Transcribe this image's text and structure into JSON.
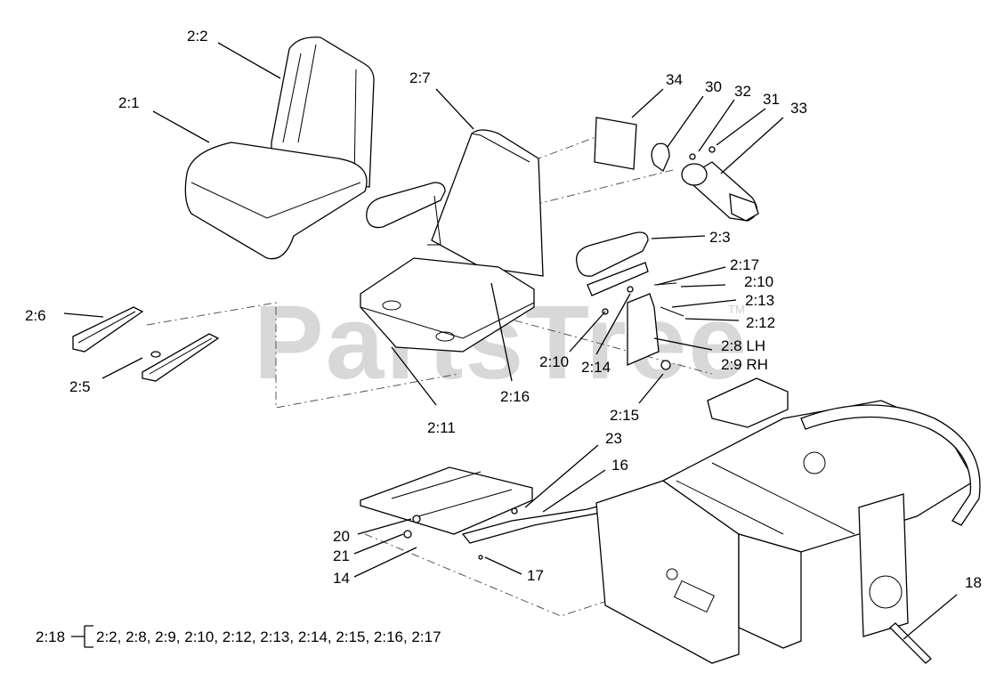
{
  "watermark": {
    "text": "PartsTree",
    "trademark": "TM"
  },
  "callouts": [
    {
      "id": "2-2",
      "text": "2:2"
    },
    {
      "id": "2-1",
      "text": "2:1"
    },
    {
      "id": "2-7",
      "text": "2:7"
    },
    {
      "id": "34",
      "text": "34"
    },
    {
      "id": "30",
      "text": "30"
    },
    {
      "id": "32",
      "text": "32"
    },
    {
      "id": "31",
      "text": "31"
    },
    {
      "id": "33",
      "text": "33"
    },
    {
      "id": "2-3",
      "text": "2:3"
    },
    {
      "id": "2-17",
      "text": "2:17"
    },
    {
      "id": "2-10a",
      "text": "2:10"
    },
    {
      "id": "2-13",
      "text": "2:13"
    },
    {
      "id": "2-12",
      "text": "2:12"
    },
    {
      "id": "2-8",
      "text": "2:8 LH"
    },
    {
      "id": "2-9",
      "text": "2:9 RH"
    },
    {
      "id": "2-6",
      "text": "2:6"
    },
    {
      "id": "2-5",
      "text": "2:5"
    },
    {
      "id": "2-10b",
      "text": "2:10"
    },
    {
      "id": "2-14",
      "text": "2:14"
    },
    {
      "id": "2-16",
      "text": "2:16"
    },
    {
      "id": "2-11",
      "text": "2:11"
    },
    {
      "id": "2-15",
      "text": "2:15"
    },
    {
      "id": "23",
      "text": "23"
    },
    {
      "id": "16",
      "text": "16"
    },
    {
      "id": "20",
      "text": "20"
    },
    {
      "id": "21",
      "text": "21"
    },
    {
      "id": "14",
      "text": "14"
    },
    {
      "id": "17",
      "text": "17"
    },
    {
      "id": "18",
      "text": "18"
    }
  ],
  "kit": {
    "label": "2:18",
    "contents": "2:2, 2:8, 2:9, 2:10, 2:12, 2:13, 2:14, 2:15, 2:16, 2:17"
  }
}
